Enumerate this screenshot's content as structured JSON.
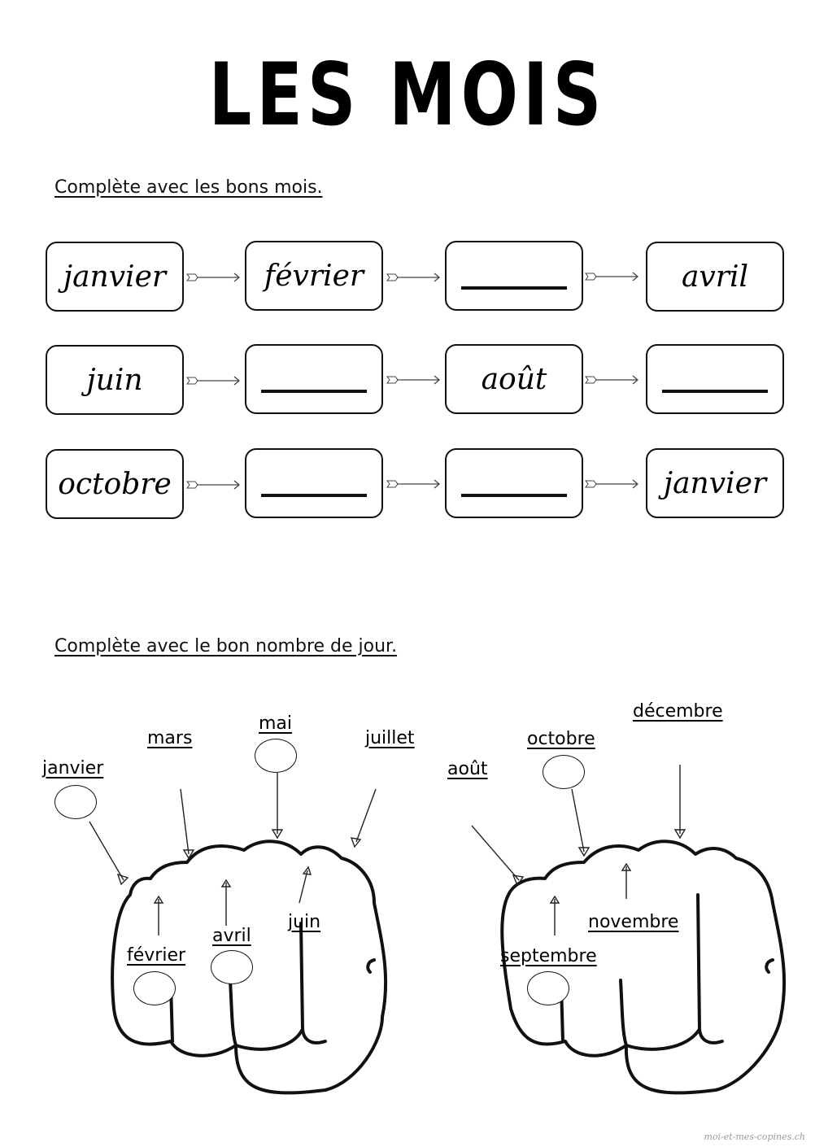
{
  "title": "LES MOIS",
  "exercise1": {
    "instruction": "Complète avec les bons mois.",
    "rows": [
      [
        "janvier",
        "février",
        "",
        "avril"
      ],
      [
        "juin",
        "",
        "août",
        ""
      ],
      [
        "octobre",
        "",
        "",
        "janvier"
      ]
    ]
  },
  "exercise2": {
    "instruction": "Complète avec le bon nombre de jour.",
    "left_fist": {
      "labels": [
        "janvier",
        "mars",
        "mai",
        "juillet",
        "février",
        "avril",
        "juin"
      ]
    },
    "right_fist": {
      "labels": [
        "août",
        "octobre",
        "décembre",
        "septembre",
        "novembre"
      ]
    }
  },
  "footer": "moi-et-mes-copines.ch"
}
